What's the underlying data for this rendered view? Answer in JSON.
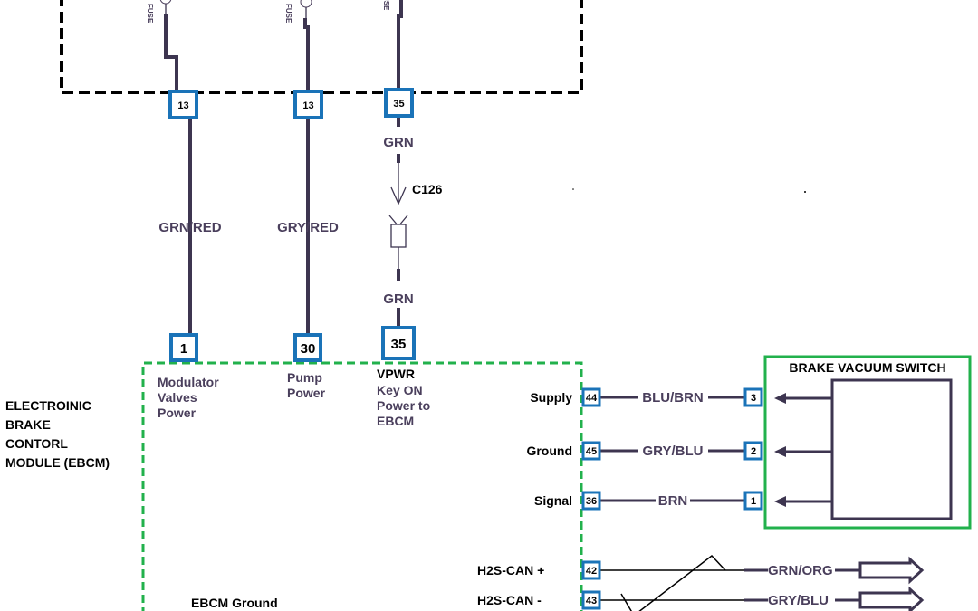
{
  "colors": {
    "wire": "#3d3550",
    "connector_border": "#1a73b8",
    "ebcm_border": "#22b14c",
    "fuse_box_border": "#000000"
  },
  "fuse_label": "FUSE",
  "top_connectors": [
    "13",
    "13",
    "35"
  ],
  "wires_upper": {
    "w1": "GRN/RED",
    "w2": "GRY/RED",
    "w3_top": "GRN",
    "w3_bottom": "GRN"
  },
  "inline_connector": "C126",
  "ebcm_pins": [
    {
      "num": "1",
      "label": [
        "Modulator",
        "Valves",
        "Power"
      ]
    },
    {
      "num": "30",
      "label": [
        "Pump",
        "Power"
      ]
    },
    {
      "num": "35",
      "title": "VPWR",
      "label": [
        "Key ON",
        "Power to",
        "EBCM"
      ]
    }
  ],
  "ebcm_title": [
    "ELECTROINIC",
    "BRAKE",
    "CONTORL",
    "MODULE (EBCM)"
  ],
  "ebcm_ground": "EBCM Ground",
  "switch": {
    "title": "BRAKE VACUUM SWITCH"
  },
  "right_circuits": [
    {
      "name": "Supply",
      "pin": "44",
      "wire": "BLU/BRN",
      "switch_pin": "3"
    },
    {
      "name": "Ground",
      "pin": "45",
      "wire": "GRY/BLU",
      "switch_pin": "2"
    },
    {
      "name": "Signal",
      "pin": "36",
      "wire": "BRN",
      "switch_pin": "1"
    }
  ],
  "can": [
    {
      "name": "H2S-CAN +",
      "pin": "42",
      "wire": "GRN/ORG"
    },
    {
      "name": "H2S-CAN -",
      "pin": "43",
      "wire": "GRY/BLU"
    }
  ]
}
